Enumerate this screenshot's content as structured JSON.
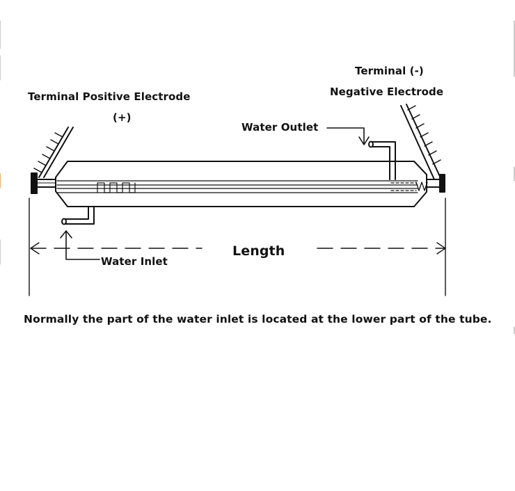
{
  "labels": {
    "positive_electrode": "Terminal Positive Electrode",
    "positive_sign": "(+)",
    "terminal_negative": "Terminal  (-)",
    "negative_electrode": "Negative Electrode",
    "water_outlet": "Water Outlet",
    "water_inlet": "Water Inlet",
    "length": "Length"
  },
  "caption": "Normally the part of the water inlet is located at the lower part of the tube.",
  "colors": {
    "line": "#111111",
    "background": "#ffffff"
  }
}
